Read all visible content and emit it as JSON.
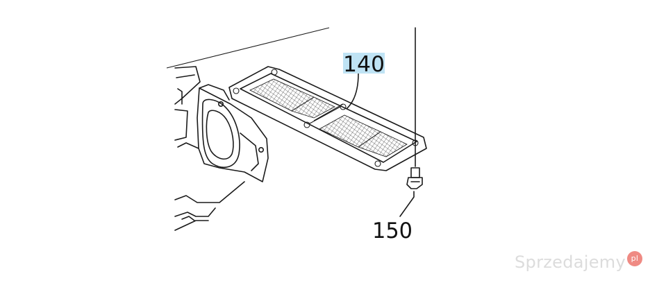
{
  "callouts": [
    {
      "id": "140",
      "label": "140",
      "highlighted": true
    },
    {
      "id": "150",
      "label": "150",
      "highlighted": false
    }
  ],
  "watermark": {
    "text": "Sprzedajemy",
    "badge": "pl"
  },
  "colors": {
    "highlight": "#bfe3f4",
    "line": "#1a1a1a",
    "watermark_badge": "#ef8a83"
  }
}
